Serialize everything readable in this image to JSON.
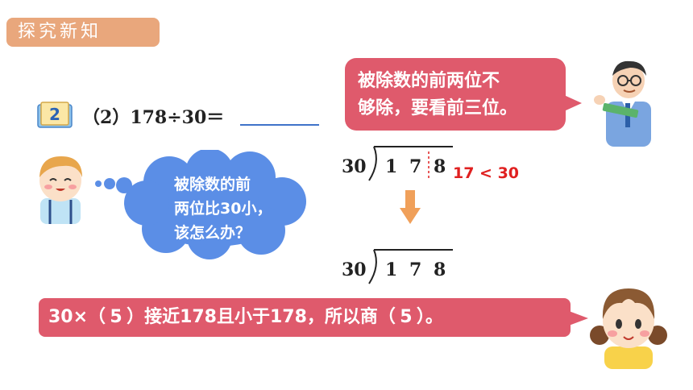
{
  "section_tag": "探究新知",
  "question": {
    "badge_number": "2",
    "label": "（2）",
    "expression": "178÷30＝"
  },
  "teacher_bubble": {
    "line1": "被除数的前两位不",
    "line2": "够除，要看前三位。"
  },
  "cloud": {
    "line1": "被除数的前",
    "line2": "两位比30小，",
    "line3": "该怎么办？"
  },
  "division_1": {
    "divisor": "30",
    "digits": [
      "1",
      "7",
      "8"
    ]
  },
  "compare_text": "17 < 30",
  "division_2": {
    "divisor": "30",
    "digits": [
      "1",
      "7",
      "8"
    ]
  },
  "bottom": {
    "prefix": "30×（",
    "answer1": "5",
    "middle": "）接近178且小于178，所以商（",
    "answer2": "5",
    "suffix": "）。"
  },
  "colors": {
    "tag_bg": "#e9a77c",
    "bubble_bg": "#df5a6c",
    "cloud_bg": "#5b8ee6",
    "highlight_red": "#e02020",
    "arrow": "#f0a05a"
  }
}
